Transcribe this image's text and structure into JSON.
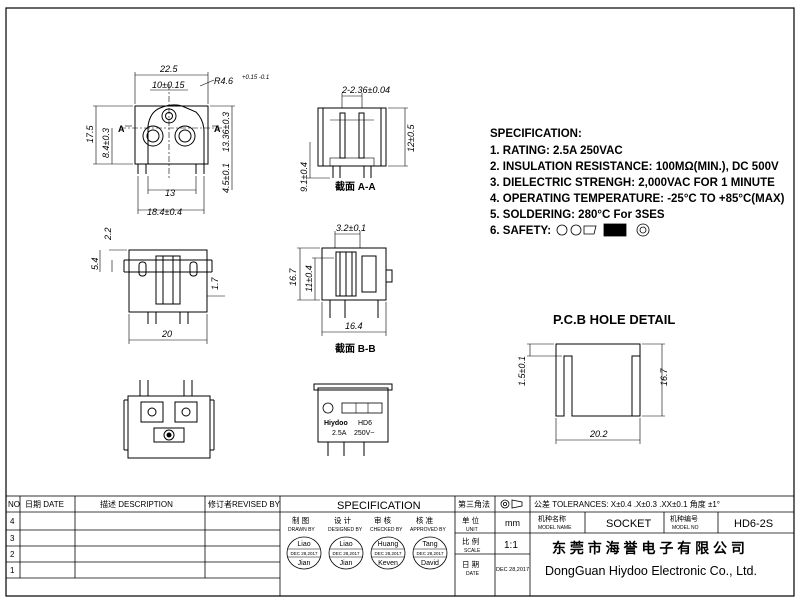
{
  "dimensions": {
    "d22_5": "22.5",
    "d10": "10±0.15",
    "r4_6": "R4.6",
    "r4_6_tol": "+0.15\n-0.1",
    "d17_5": "17.5",
    "d8_4": "8.4±0.3",
    "d13_36": "13.36±0.3",
    "d13": "13",
    "d4_5": "4.5±0.1",
    "d18_4": "18.4±0.4",
    "sec_a_left": "A",
    "sec_a_right": "A",
    "d2_36": "2-2.36±0.04",
    "d12": "12±0.5",
    "d9_1": "9.1±0.4",
    "sec_aa": "截面 A-A",
    "d2_2": "2.2",
    "d5_4": "5.4",
    "d1_7": "1.7",
    "d20": "20",
    "d3_2": "3.2±0.1",
    "d16_7a": "16.7",
    "d11": "11±0.4",
    "d16_4": "16.4",
    "sec_bb": "截面 B-B",
    "pcb_title": "P.C.B HOLE DETAIL",
    "d1_5": "1.5±0.1",
    "d16_7b": "16.7",
    "d20_2": "20.2"
  },
  "front_label": {
    "brand": "Hiydoo",
    "model": "HD6",
    "rating_a": "2.5A",
    "rating_v": "250V~"
  },
  "specification": {
    "heading": "SPECIFICATION:",
    "items": [
      "1. RATING: 2.5A 250VAC",
      "2. INSULATION RESISTANCE: 100MΩ(MIN.), DC 500V",
      "3. DIELECTRIC STRENGH: 2,000VAC FOR 1 MINUTE",
      "4. OPERATING TEMPERATURE: -25°C TO +85°C(MAX)",
      "5. SOLDERING: 280°C For 3SES",
      "6. SAFETY:"
    ]
  },
  "title_block": {
    "no_label": "NO",
    "date_label": "日期 DATE",
    "desc_label": "描述 DESCRIPTION",
    "revised_label": "修订者REVISED BY",
    "rows": [
      "4",
      "3",
      "2",
      "1"
    ],
    "spec_title": "SPECIFICATION",
    "projection": "第三角法",
    "tolerances": "公差 TOLERANCES: X±0.4  .X±0.3 .XX±0.1 角度 ±1°",
    "drawn_label": "制 图",
    "drawn_en": "DRAWN BY",
    "designed_label": "设 计",
    "designed_en": "DESIGNED BY",
    "checked_label": "审 核",
    "checked_en": "CHECKED BY",
    "approved_label": "核 准",
    "approved_en": "APPROVED BY",
    "stamp1_top": "Liao",
    "stamp1_date": "DEC 28,2017",
    "stamp1_bottom": "Jian",
    "stamp2_top": "Liao",
    "stamp2_date": "DEC 28,2017",
    "stamp2_bottom": "Jian",
    "stamp3_top": "Huang",
    "stamp3_date": "DEC 28,2017",
    "stamp3_bottom": "Keven",
    "stamp4_top": "Tang",
    "stamp4_date": "DEC 28,2017",
    "stamp4_bottom": "David",
    "unit_label": "单 位",
    "unit_en": "UNIT",
    "unit_value": "mm",
    "scale_label": "比 例",
    "scale_en": "SCALE",
    "scale_value": "1:1",
    "date_cn": "日 期",
    "date_en": "DATE",
    "date_value": "DEC 28,2017",
    "model_name_label": "机种名称",
    "model_name_en": "MODEL NAME",
    "model_name": "SOCKET",
    "model_no_label": "机种编号",
    "model_no_en": "MODEL NO",
    "model_no": "HD6-2S",
    "company_cn": "东 莞 市 海 誉 电 子 有 限 公 司",
    "company_en": "DongGuan Hiydoo Electronic Co., Ltd."
  }
}
